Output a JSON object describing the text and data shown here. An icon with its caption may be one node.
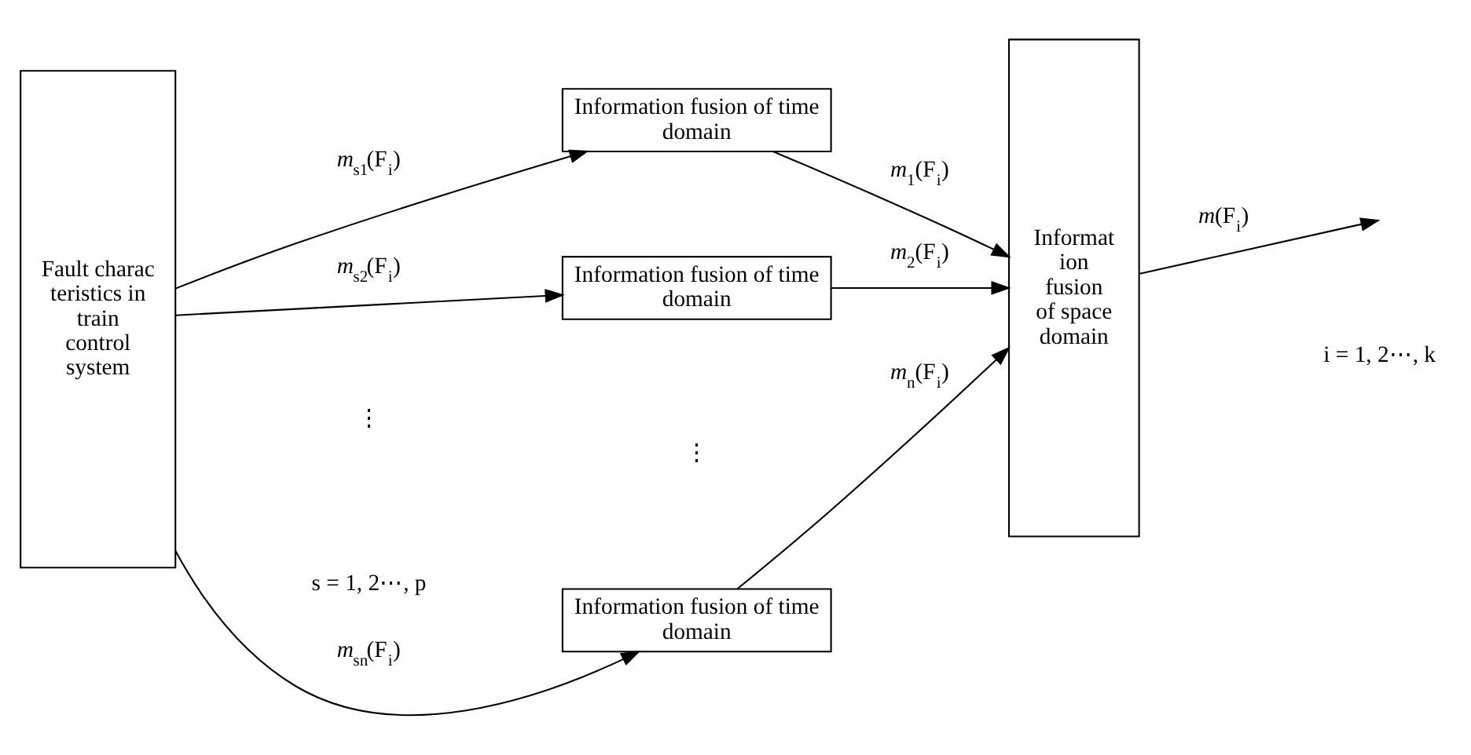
{
  "diagram": {
    "nodes": [
      {
        "text": [
          "Fault characteristics in train control system"
        ]
      },
      {
        "text": [
          "Information fusion of time domain"
        ]
      },
      {
        "text": [
          "Information fusion of time domain"
        ]
      },
      {
        "text": [
          "Information fusion of time domain"
        ]
      },
      {
        "text": [
          "Information fusion of space domain"
        ]
      }
    ],
    "edges": [
      {
        "from": 0,
        "to": 1,
        "arrow": "to",
        "label": "*m*$_{s1}$(F$_{i}$)"
      },
      {
        "from": 0,
        "to": 2,
        "arrow": "to",
        "label": "*m*$_{s2}$(F$_{i}$)"
      },
      {
        "from": 0,
        "to": 3,
        "arrow": "to",
        "label": "*m*$_{sn}$(F$_{i}$)"
      },
      {
        "from": 1,
        "to": 4,
        "arrow": "to",
        "label": "*m*$_{1}$(F$_{i}$)"
      },
      {
        "from": 2,
        "to": 4,
        "arrow": "to",
        "label": "*m*$_{2}$(F$_{i}$)"
      },
      {
        "from": 3,
        "to": 4,
        "arrow": "to",
        "label": "*m*$_{n}$(F$_{i}$)"
      },
      {
        "from": 4,
        "to": null,
        "arrow": "to",
        "label": "*m*(F$_{i}$)"
      }
    ],
    "labels": [
      "⋮",
      "⋮",
      "s = 1, 2⋯, p",
      "i = 1, 2⋯, k"
    ]
  }
}
